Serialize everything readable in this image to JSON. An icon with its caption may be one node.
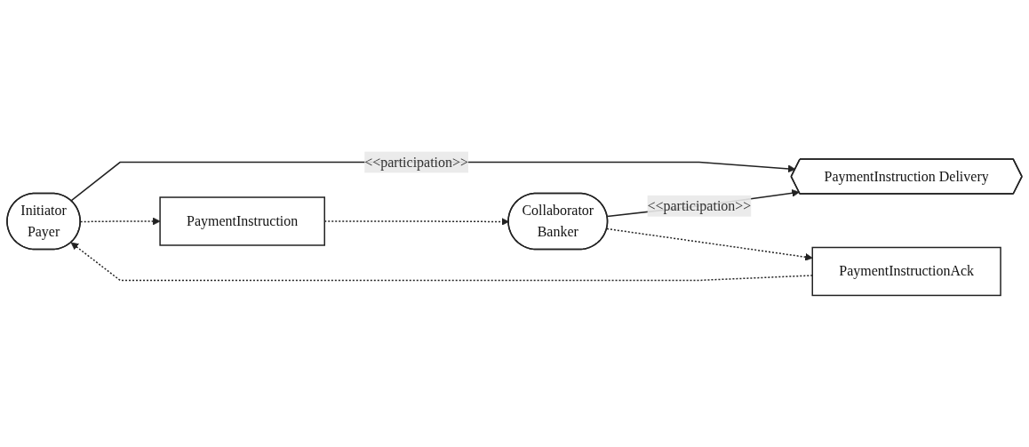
{
  "diagram": {
    "nodes": [
      {
        "text": [
          "Initiator",
          "Payer"
        ]
      },
      {
        "text": [
          "Collaborator",
          "Banker"
        ]
      },
      {
        "text": [
          "PaymentInstruction Delivery"
        ]
      },
      {
        "text": [
          "PaymentInstruction"
        ]
      },
      {
        "text": [
          "PaymentInstructionAck"
        ]
      }
    ],
    "edges": [
      {
        "from": 0,
        "to": 2,
        "arrow": "to",
        "label": "<<participation>>"
      },
      {
        "from": 1,
        "to": 2,
        "arrow": "to",
        "label": "<<participation>>"
      },
      {
        "from": 0,
        "to": 3,
        "arrow": "to",
        "style": "dashed"
      },
      {
        "from": 3,
        "to": 1,
        "arrow": "to",
        "style": "dashed"
      },
      {
        "from": 1,
        "to": 4,
        "arrow": "to",
        "style": "dashed"
      },
      {
        "from": 4,
        "to": 0,
        "arrow": "to",
        "style": "dashed"
      }
    ]
  }
}
